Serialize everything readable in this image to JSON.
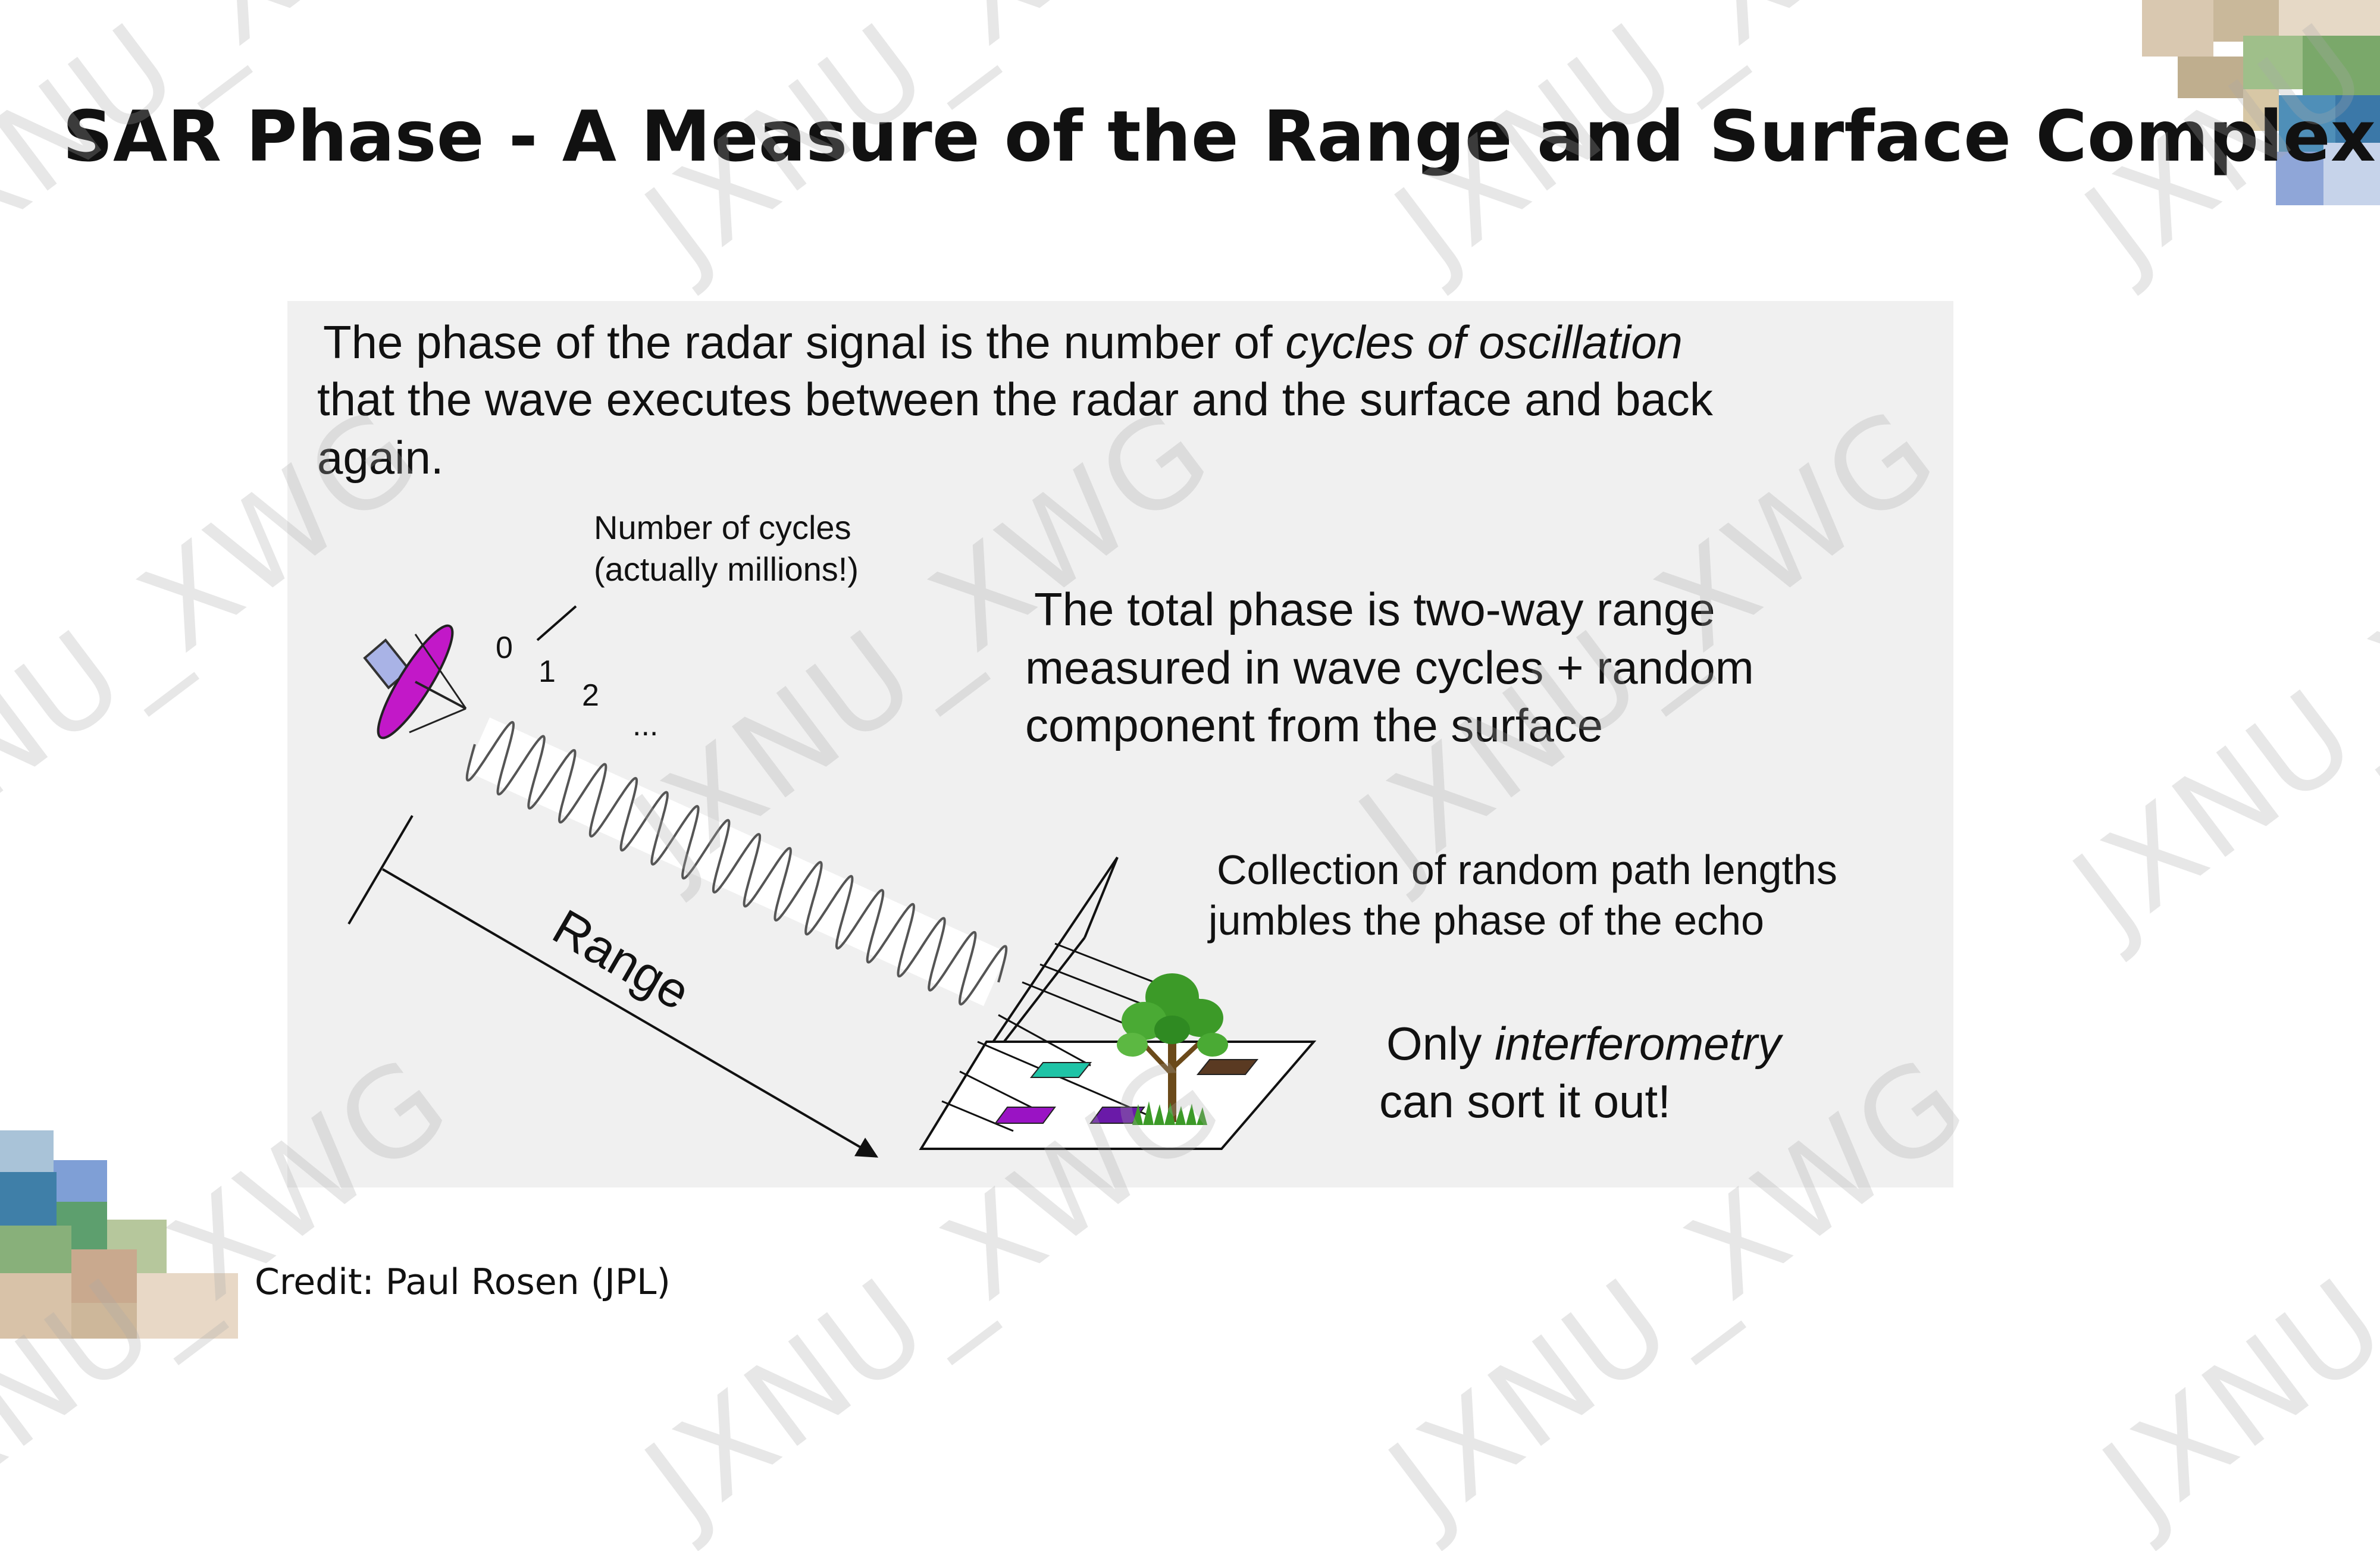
{
  "title": "SAR Phase - A Measure of the Range and Surface Complexity",
  "intro": {
    "line1_a": "The phase of the radar signal is the number of ",
    "line1_b": "cycles of oscillation",
    "line2": "that the wave executes between the radar and the surface and back",
    "line3": "again."
  },
  "cycles_note": {
    "line1": "Number of cycles",
    "line2": "(actually millions!)"
  },
  "cycle_labels": [
    "0",
    "1",
    "2",
    "..."
  ],
  "total_phase": {
    "line1": "The total phase is two-way range",
    "line2": "measured in wave cycles + random",
    "line3": "component from the surface"
  },
  "range_label": "Range",
  "collection": {
    "line1": "Collection of random path lengths",
    "line2": "jumbles the phase of the echo"
  },
  "interferometry": {
    "line1_a": "Only ",
    "line1_b": "interferometry",
    "line2": "can sort it out!"
  },
  "credit": "Credit: Paul Rosen (JPL)",
  "watermark": "JXNU_XWG",
  "colors": {
    "panel": "#f0f0f0",
    "antenna": "#c218c8",
    "feed": "#a9b3e6",
    "wave": "#555555",
    "patch_teal": "#1fc3a6",
    "patch_purple": "#9a13c4",
    "patch_brown": "#5a3a22",
    "tree_trunk": "#6b4a1a",
    "tree_leaves": "#3c9a28"
  }
}
